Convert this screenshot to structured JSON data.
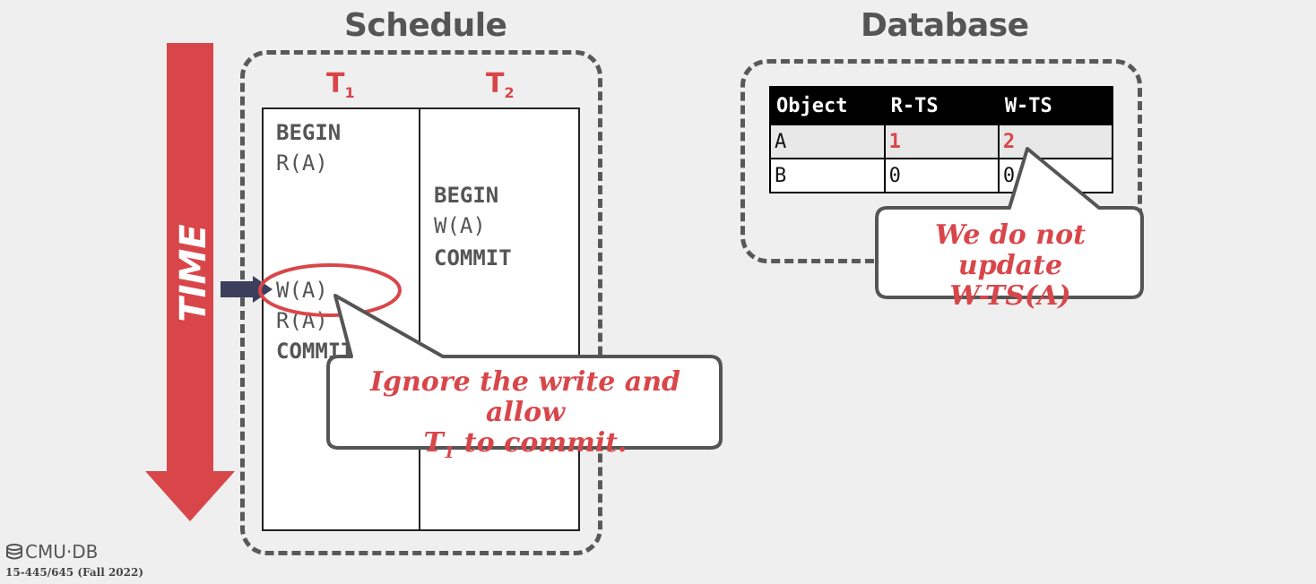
{
  "titles": {
    "schedule": "Schedule",
    "database": "Database"
  },
  "time_label": "TIME",
  "schedule": {
    "t1": {
      "letter": "T",
      "sub": "1"
    },
    "t2": {
      "letter": "T",
      "sub": "2"
    },
    "t1_ops": [
      "BEGIN",
      "R(A)",
      "W(A)",
      "R(A)",
      "COMMIT"
    ],
    "t2_ops": [
      "BEGIN",
      "W(A)",
      "COMMIT"
    ]
  },
  "db_table": {
    "headers": [
      "Object",
      "R-TS",
      "W-TS"
    ],
    "rows": [
      [
        "A",
        "1",
        "2"
      ],
      [
        "B",
        "0",
        "0"
      ]
    ]
  },
  "callout_schedule": {
    "line1": "Ignore the write and allow",
    "line2_letter": "T",
    "line2_sub": "1",
    "line2_rest": " to commit."
  },
  "callout_db": {
    "line1": "We do not update",
    "line2": "W-TS(A)"
  },
  "footer": {
    "logo": "CMU·DB",
    "course": "15-445/645 (Fall 2022)"
  },
  "colors": {
    "accent_red": "#d9464a",
    "arrow_navy": "#3b3f5c",
    "gray_text": "#555555"
  }
}
